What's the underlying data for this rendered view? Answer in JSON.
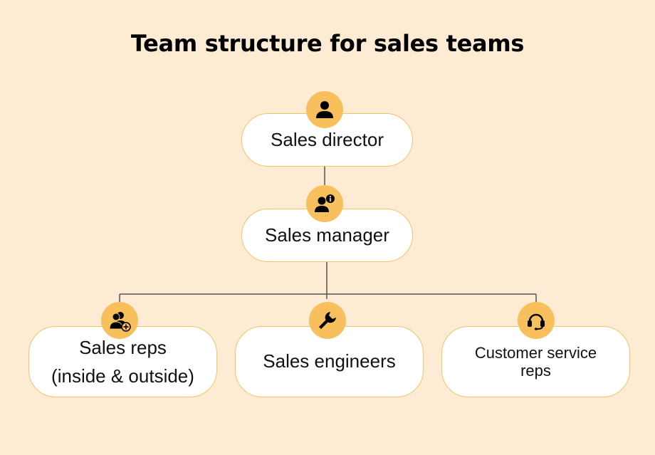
{
  "title": "Team structure for sales teams",
  "colors": {
    "background": "#fdebd3",
    "badge": "#f7c05c",
    "node_border": "#f2c46a",
    "connector": "#555555"
  },
  "nodes": {
    "director": {
      "label": "Sales director",
      "icon": "person-icon"
    },
    "manager": {
      "label": "Sales manager",
      "icon": "person-info-icon"
    },
    "reps": {
      "label_line1": "Sales reps",
      "label_line2": "(inside & outside)",
      "icon": "people-add-icon"
    },
    "engineers": {
      "label": "Sales engineers",
      "icon": "wrench-icon"
    },
    "customer_service": {
      "label_line1": "Customer service",
      "label_line2": "reps",
      "icon": "headset-icon"
    }
  }
}
